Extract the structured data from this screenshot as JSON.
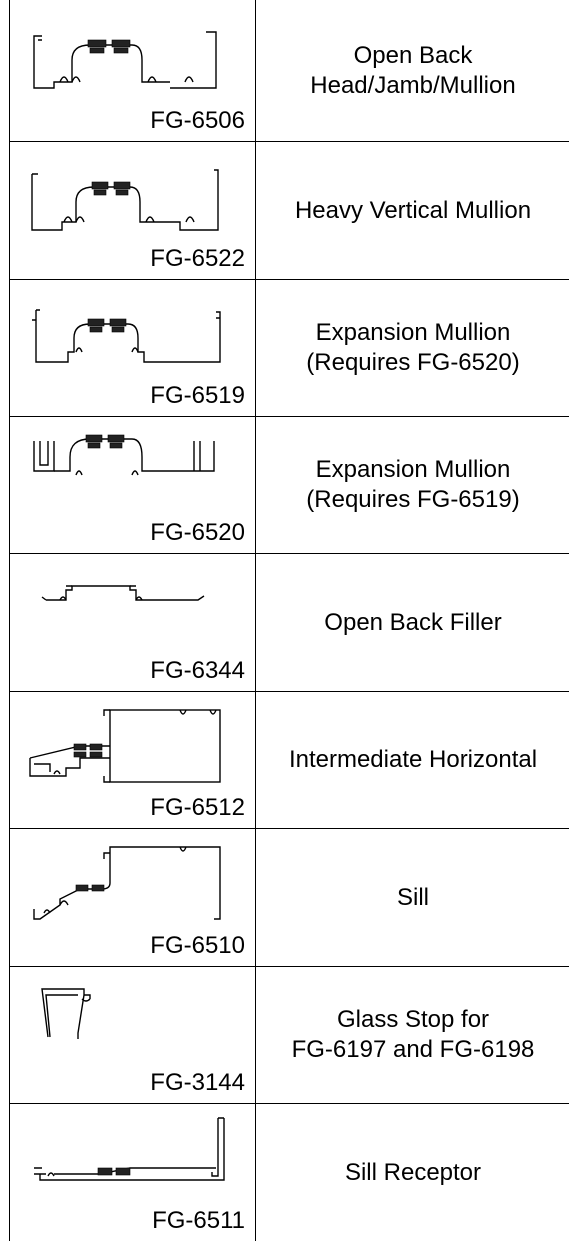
{
  "rows": [
    {
      "code": "FG-6506",
      "description": "Open Back\nHead/Jamb/Mullion",
      "icon": "open-back-head-jamb-mullion-profile-icon"
    },
    {
      "code": "FG-6522",
      "description": "Heavy Vertical Mullion",
      "icon": "heavy-vertical-mullion-profile-icon"
    },
    {
      "code": "FG-6519",
      "description": "Expansion Mullion\n(Requires FG-6520)",
      "icon": "expansion-mullion-profile-icon"
    },
    {
      "code": "FG-6520",
      "description": "Expansion Mullion\n(Requires FG-6519)",
      "icon": "expansion-mullion-profile-icon"
    },
    {
      "code": "FG-6344",
      "description": "Open Back Filler",
      "icon": "open-back-filler-profile-icon"
    },
    {
      "code": "FG-6512",
      "description": "Intermediate Horizontal",
      "icon": "intermediate-horizontal-profile-icon"
    },
    {
      "code": "FG-6510",
      "description": "Sill",
      "icon": "sill-profile-icon"
    },
    {
      "code": "FG-3144",
      "description": "Glass Stop for\nFG-6197 and FG-6198",
      "icon": "glass-stop-profile-icon"
    },
    {
      "code": "FG-6511",
      "description": "Sill Receptor",
      "icon": "sill-receptor-profile-icon"
    }
  ]
}
